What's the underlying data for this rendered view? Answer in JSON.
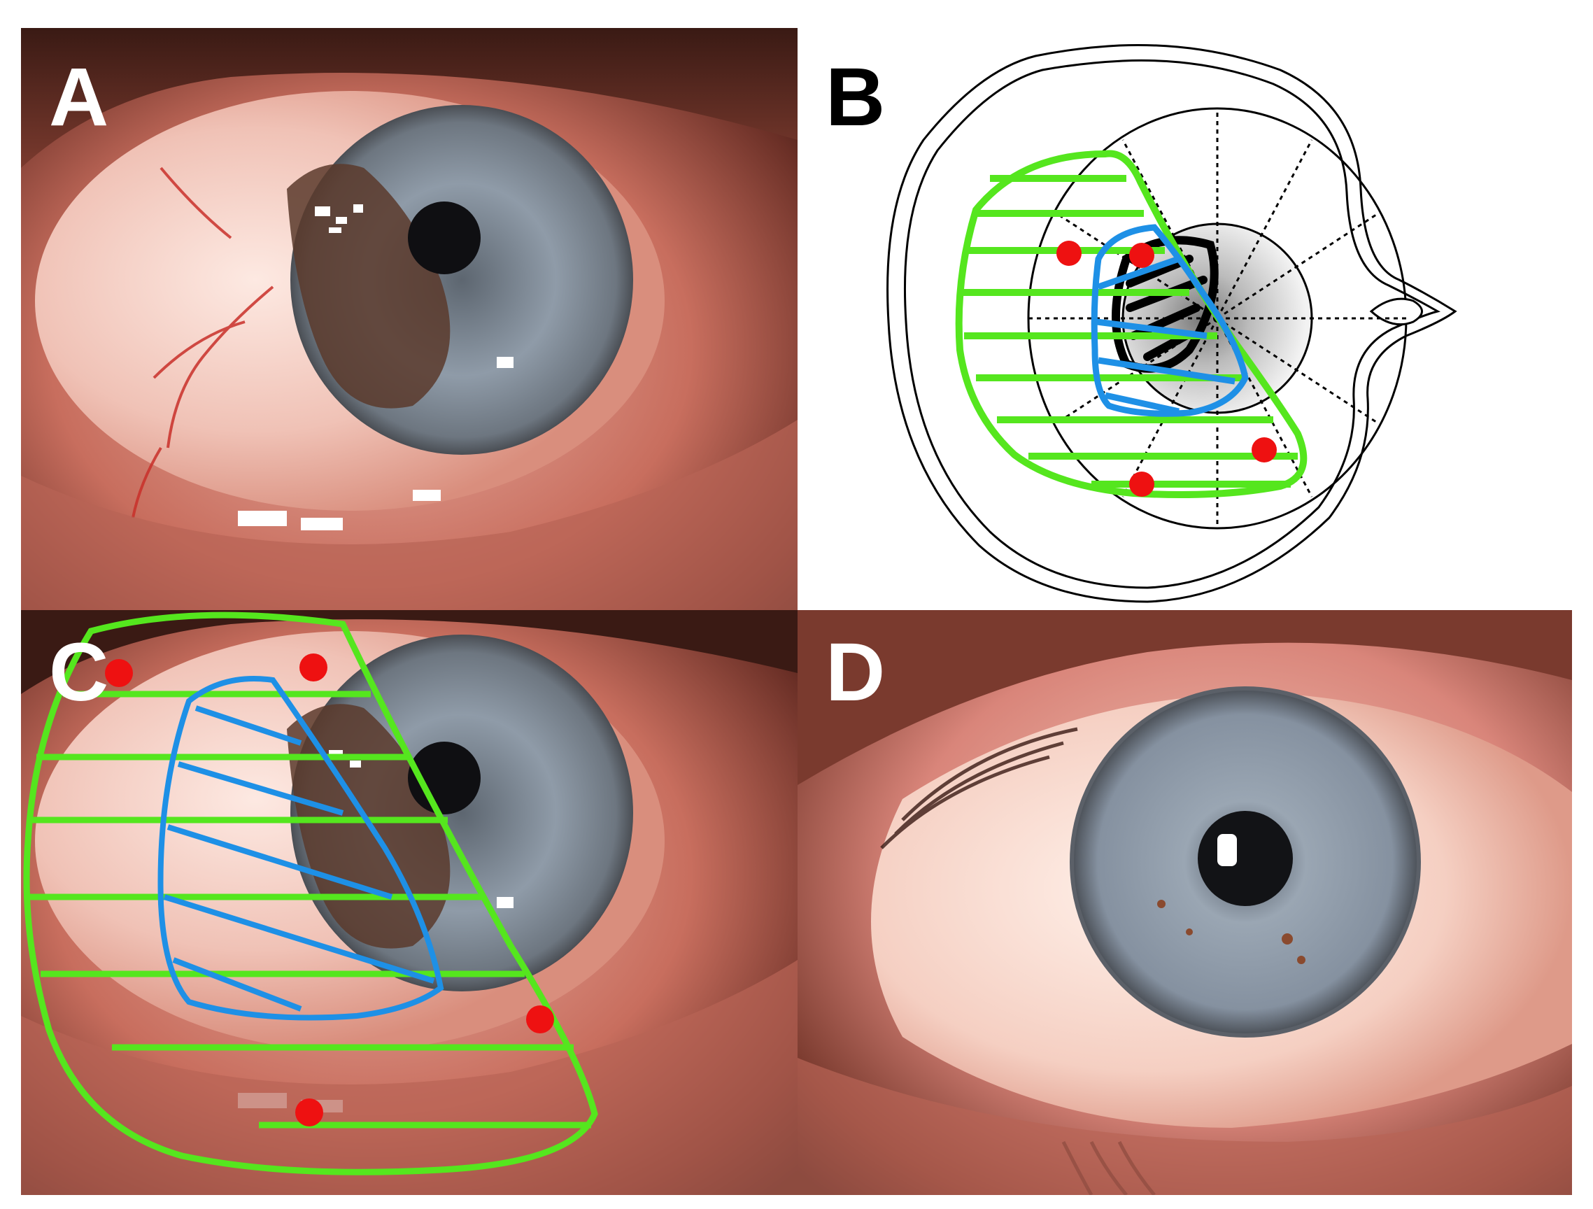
{
  "panels": {
    "a": {
      "label": "A"
    },
    "b": {
      "label": "B"
    },
    "c": {
      "label": "C"
    },
    "d": {
      "label": "D"
    }
  },
  "colors": {
    "green_outline": "#55e61e",
    "blue_outline": "#1e90e6",
    "red_marker": "#ee1111",
    "schematic_line": "#000000"
  }
}
